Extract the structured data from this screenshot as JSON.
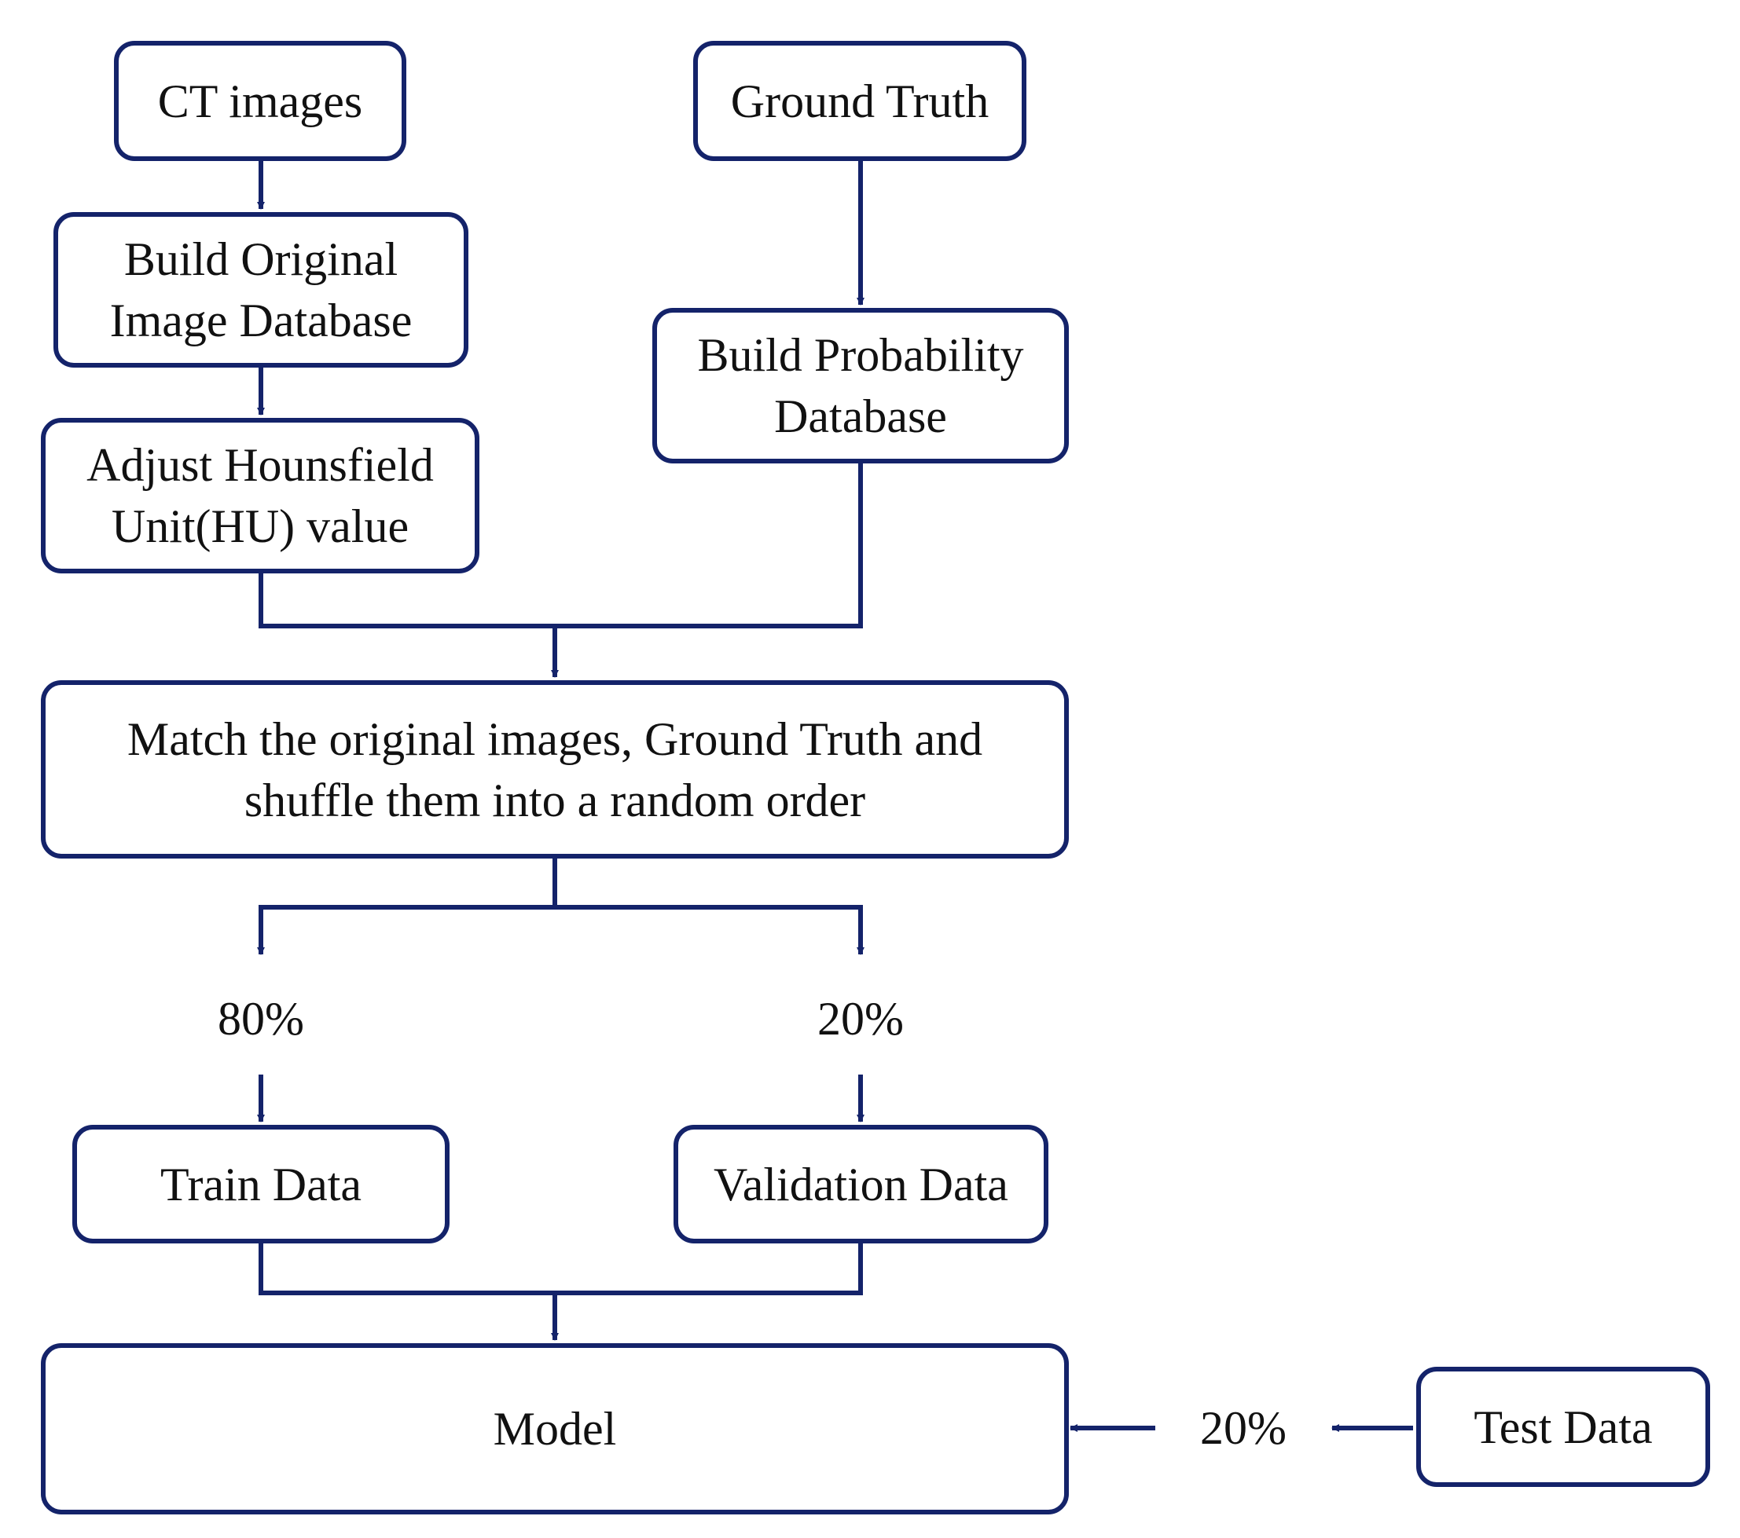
{
  "diagram": {
    "line_color": "#14236a",
    "nodes": {
      "ct_images": "CT images",
      "ground_truth": "Ground Truth",
      "build_original": "Build Original\nImage Database",
      "build_probability": "Build Probability\nDatabase",
      "adjust_hu": "Adjust Hounsfield\nUnit(HU) value",
      "match_shuffle": "Match the original images, Ground Truth and\nshuffle them into a random order",
      "train_data": "Train Data",
      "validation_data": "Validation Data",
      "model": "Model",
      "test_data": "Test Data"
    },
    "split_labels": {
      "train": "80%",
      "validation": "20%",
      "test": "20%"
    }
  }
}
